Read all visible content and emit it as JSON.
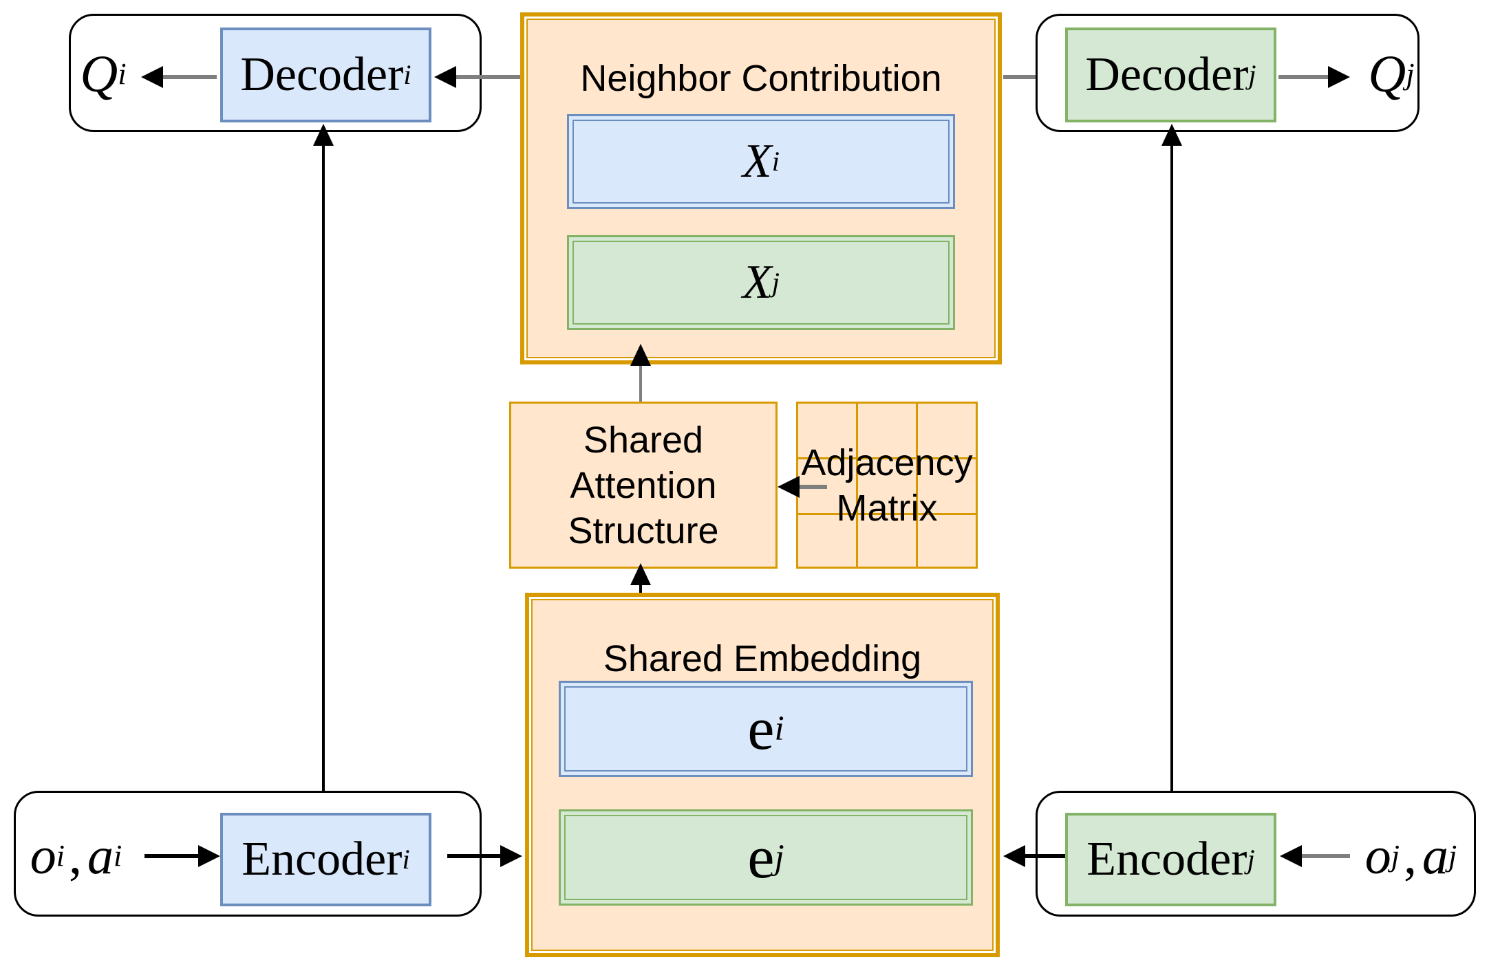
{
  "diagram": {
    "agent_i": {
      "q": {
        "base": "Q",
        "sub": "i"
      },
      "decoder": {
        "base": "Decoder",
        "sub": "i"
      },
      "encoder": {
        "base": "Encoder",
        "sub": "i"
      },
      "inputs": {
        "o_base": "o",
        "o_sub": "i",
        "separator": ",",
        "a_base": "a",
        "a_sub": "i"
      }
    },
    "agent_j": {
      "q": {
        "base": "Q",
        "sub": "j"
      },
      "decoder": {
        "base": "Decoder",
        "sub": "j"
      },
      "encoder": {
        "base": "Encoder",
        "sub": "j"
      },
      "inputs": {
        "o_base": "o",
        "o_sub": "j",
        "separator": ",",
        "a_base": "a",
        "a_sub": "j"
      }
    },
    "neighbor_contribution": {
      "title": "Neighbor Contribution",
      "x_i": {
        "base": "X",
        "sub": "i"
      },
      "x_j": {
        "base": "X",
        "sub": "j"
      }
    },
    "shared_attention_structure": {
      "lines": [
        "Shared",
        "Attention",
        "Structure"
      ]
    },
    "adjacency_matrix": {
      "lines": [
        "Adjacency",
        "Matrix"
      ],
      "grid_rows": 3,
      "grid_cols": 3
    },
    "shared_embedding": {
      "title": "Shared Embedding",
      "e_i": {
        "base": "e",
        "sub": "i"
      },
      "e_j": {
        "base": "e",
        "sub": "j"
      }
    },
    "colors": {
      "orange_stroke": "#D79B00",
      "orange_fill": "#FFE6CC",
      "blue_stroke": "#6C8EBF",
      "blue_fill": "#DAE8FC",
      "green_stroke": "#82B366",
      "green_fill": "#D5E8D4",
      "line_gray": "#7F7F7F",
      "line_black": "#000000",
      "background": "#FFFFFF"
    }
  }
}
